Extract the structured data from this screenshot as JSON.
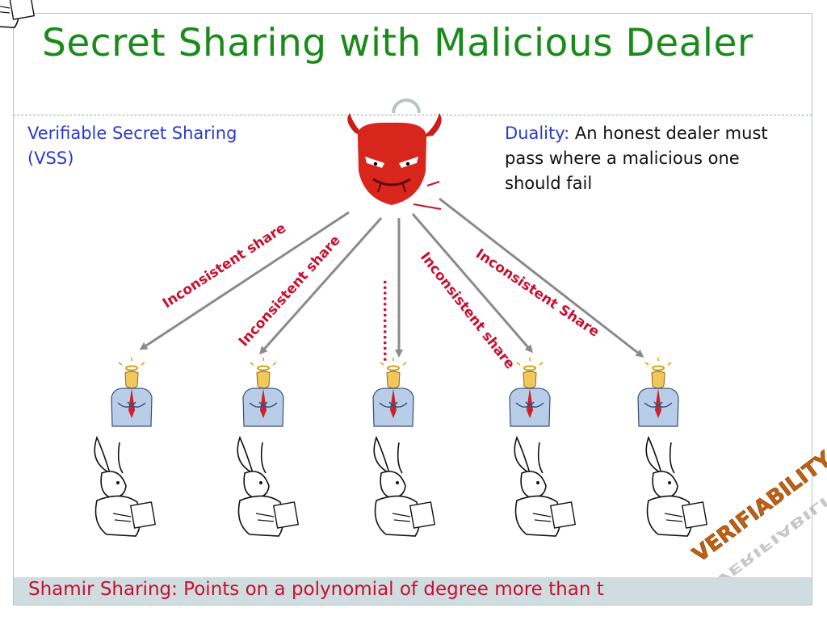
{
  "title": "Secret Sharing with Malicious Dealer",
  "vss": {
    "line1": "Verifiable Secret Sharing",
    "line2": "(VSS)"
  },
  "duality": {
    "label": "Duality:",
    "line1_rest": " An honest dealer must",
    "line2": "pass where a malicious one",
    "line3": "should fail"
  },
  "edges": [
    {
      "label": "Inconsistent share"
    },
    {
      "label": "Inconsistent share"
    },
    {
      "label": "..............."
    },
    {
      "label": "Inconsistent share"
    },
    {
      "label": "Inconsistent Share"
    }
  ],
  "verifiability": "VERIFIABILITY",
  "footer": "Shamir Sharing: Points on a polynomial of degree more than t",
  "colors": {
    "title": "#1a8a1a",
    "accent_blue": "#2b3ad0",
    "label_red": "#c8102e",
    "footer_bg": "#cfdde0",
    "arrow": "#8a8a8a",
    "devil": "#d8261c"
  },
  "icons": [
    "devil-dealer-icon",
    "angel-party-icon",
    "rabbit-verifier-icon"
  ]
}
